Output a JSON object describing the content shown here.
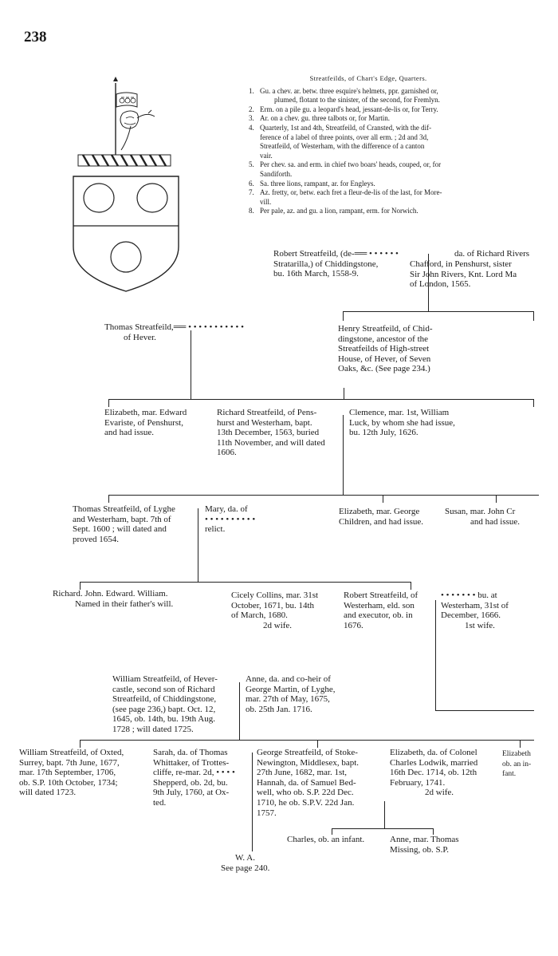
{
  "page_number": "238",
  "quarters": {
    "title": "Streatfeilds, of Chart's Edge, Quarters.",
    "items": [
      {
        "n": "1.",
        "lines": [
          "Gu. a chev. ar. betw. three esquire's helmets, ppr. garnished or,",
          "plumed, flotant to the sinister, of the second, for Fremlyn."
        ]
      },
      {
        "n": "2.",
        "lines": [
          "Erm. on a pile gu. a leopard's head, jessant-de-lis or, for Terry."
        ]
      },
      {
        "n": "3.",
        "lines": [
          "Ar. on a chev. gu. three talbots or, for Martin."
        ]
      },
      {
        "n": "4.",
        "lines": [
          "Quarterly, 1st and 4th, Streatfeild, of Cransted, with the dif-",
          "ference of a label of three points, over all erm. ; 2d and 3d,",
          "Streatfeild, of Westerham, with the difference of a canton",
          "vair."
        ]
      },
      {
        "n": "5.",
        "lines": [
          "Per chev. sa. and erm. in chief two boars' heads, couped, or, for",
          "Sandiforth."
        ]
      },
      {
        "n": "6.",
        "lines": [
          "Sa. three lions, rampant, ar. for Engleys."
        ]
      },
      {
        "n": "7.",
        "lines": [
          "Az. fretty, or, betw. each fret a fleur-de-lis of the last, for More-",
          "vill."
        ]
      },
      {
        "n": "8.",
        "lines": [
          "Per pale, az. and gu. a lion, rampant, erm. for Norwich."
        ]
      }
    ]
  },
  "tree": {
    "robert_senior": [
      "Robert Streatfeild, (de-",
      "Stratarilla,) of Chiddingstone,",
      "bu. 16th March, 1558-9."
    ],
    "robert_senior_dots": "══ • • • • • •",
    "chafford": [
      "da. of Richard Rivers",
      "Chafford, in Penshurst, sister",
      "Sir John Rivers, Knt. Lord Ma",
      "of London, 1565."
    ],
    "thomas_hever": [
      "Thomas Streatfeild,",
      "of Hever."
    ],
    "thomas_hever_dots": "══ • • • • • • • • • • •",
    "henry": [
      "Henry Streatfeild, of Chid-",
      "dingstone, ancestor of the",
      "Streatfeilds of High-street",
      "House, of Hever, of Seven",
      "Oaks, &c. (See page 234.)"
    ],
    "elizabeth_evariste": [
      "Elizabeth, mar. Edward",
      "Evariste, of Penshurst,",
      "and had issue."
    ],
    "richard_penshurst": [
      "Richard Streatfeild, of Pens-",
      "hurst and Westerham, bapt.",
      "13th December, 1563, buried",
      "11th November, and will dated",
      "1606."
    ],
    "clemence": [
      "Clemence, mar. 1st, William",
      "Luck, by whom she had issue,",
      "bu. 12th July, 1626."
    ],
    "thomas_lyghe": [
      "Thomas Streatfeild, of Lyghe",
      "and Westerham, bapt. 7th of",
      "Sept. 1600 ; will dated and",
      "proved 1654."
    ],
    "mary": [
      "Mary, da. of",
      "• • • • • • • • • •",
      "relict."
    ],
    "elizabeth_george": [
      "Elizabeth, mar. George",
      "Children, and had issue."
    ],
    "susan": [
      "Susan, mar. John Cr",
      "and had issue."
    ],
    "sons": [
      "Richard.  John.  Edward.  William.",
      "Named in their father's will."
    ],
    "cicely": [
      "Cicely Collins, mar. 31st",
      "October, 1671, bu. 14th",
      "of March, 1680.",
      "2d wife."
    ],
    "robert_junior": [
      "Robert Streatfeild, of",
      "Westerham, eld. son",
      "and executor, ob. in",
      "1676."
    ],
    "first_wife": [
      "• • • • • • • bu. at",
      "Westerham, 31st of",
      "December, 1666.",
      "1st wife."
    ],
    "william_hever": [
      "William Streatfeild, of Hever-",
      "castle, second son of Richard",
      "Streatfeild, of Chiddingstone,",
      "(see page 236,) bapt. Oct. 12,",
      "1645, ob. 14th, bu. 19th Aug.",
      "1728 ; will dated 1725."
    ],
    "anne_martin": [
      "Anne, da. and co-heir of",
      "George Martin, of Lyghe,",
      "mar. 27th of May, 1675,",
      "ob. 25th Jan. 1716."
    ],
    "william_oxted": [
      "William Streatfeild, of Oxted,",
      "Surrey, bapt. 7th June, 1677,",
      "mar. 17th September, 1706,",
      "ob. S.P. 10th October, 1734;",
      "will dated 1723."
    ],
    "sarah": [
      "Sarah, da. of Thomas",
      "Whittaker, of Trottes-",
      "cliffe, re-mar. 2d, • • • •",
      "Shepperd, ob. 2d, bu.",
      "9th July, 1760, at Ox-",
      "ted."
    ],
    "george": [
      "George Streatfeild, of Stoke-",
      "Newington, Middlesex, bapt.",
      "27th June, 1682, mar. 1st,",
      "Hannah, da. of Samuel Bed-",
      "well, who ob. S.P. 22d Dec.",
      "1710, he ob. S.P.V. 22d Jan.",
      "1757."
    ],
    "elizabeth_lodwik": [
      "Elizabeth, da. of Colonel",
      "Charles Lodwik, married",
      "16th Dec. 1714, ob. 12th",
      "February, 1741.",
      "2d wife."
    ],
    "elizabeth_infant": [
      "Elizabeth",
      "ob. an in-",
      "fant."
    ],
    "charles": [
      "Charles, ob. an infant."
    ],
    "anne_missing": [
      "Anne, mar. Thomas",
      "Missing, ob. S.P."
    ],
    "wa": [
      "W.  A.",
      "See page 240."
    ]
  },
  "colors": {
    "ink": "#1a1a1a",
    "paper": "#ffffff"
  },
  "icons": [
    "crest-icon",
    "shield-icon"
  ]
}
